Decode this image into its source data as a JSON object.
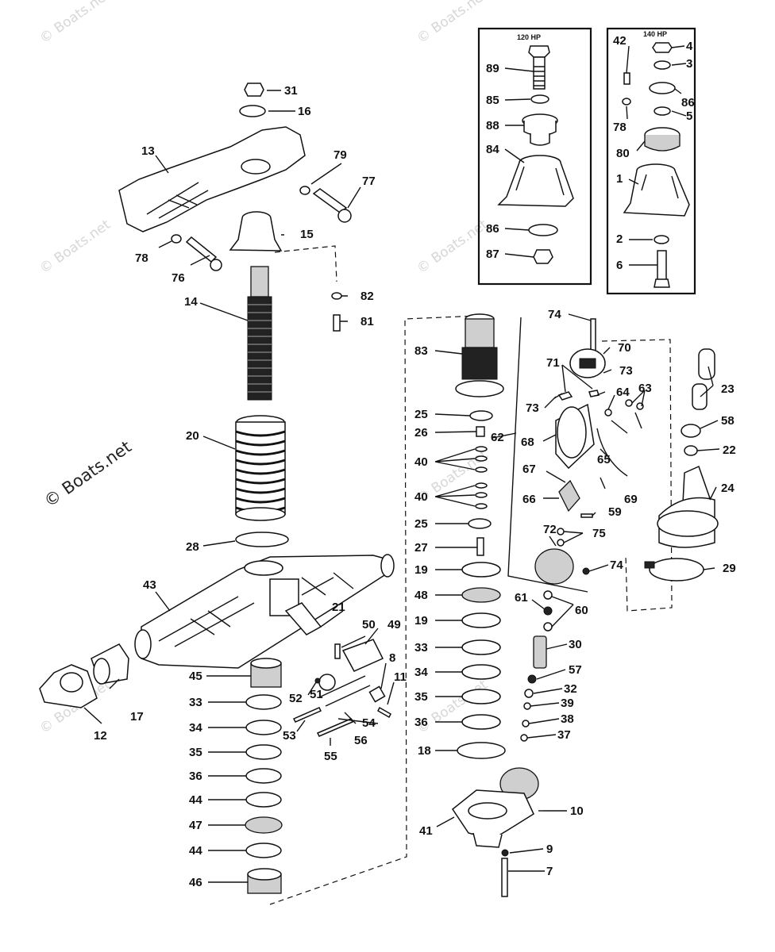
{
  "watermark": {
    "text": "© Boats.net",
    "main_text": "© Boats.net"
  },
  "inset_labels": {
    "left": "120 HP",
    "right": "140 HP"
  },
  "callouts": [
    {
      "id": "c31",
      "text": "31"
    },
    {
      "id": "c16",
      "text": "16"
    },
    {
      "id": "c13",
      "text": "13"
    },
    {
      "id": "c79",
      "text": "79"
    },
    {
      "id": "c77",
      "text": "77"
    },
    {
      "id": "c15",
      "text": "15"
    },
    {
      "id": "c78a",
      "text": "78"
    },
    {
      "id": "c76",
      "text": "76"
    },
    {
      "id": "c82",
      "text": "82"
    },
    {
      "id": "c81",
      "text": "81"
    },
    {
      "id": "c14",
      "text": "14"
    },
    {
      "id": "c20",
      "text": "20"
    },
    {
      "id": "c28",
      "text": "28"
    },
    {
      "id": "c43",
      "text": "43"
    },
    {
      "id": "c21",
      "text": "21"
    },
    {
      "id": "c50",
      "text": "50"
    },
    {
      "id": "c49",
      "text": "49"
    },
    {
      "id": "c45",
      "text": "45"
    },
    {
      "id": "c17",
      "text": "17"
    },
    {
      "id": "c12",
      "text": "12"
    },
    {
      "id": "c33a",
      "text": "33"
    },
    {
      "id": "c34a",
      "text": "34"
    },
    {
      "id": "c35a",
      "text": "35"
    },
    {
      "id": "c36a",
      "text": "36"
    },
    {
      "id": "c44a",
      "text": "44"
    },
    {
      "id": "c47",
      "text": "47"
    },
    {
      "id": "c44b",
      "text": "44"
    },
    {
      "id": "c46",
      "text": "46"
    },
    {
      "id": "c52",
      "text": "52"
    },
    {
      "id": "c51",
      "text": "51"
    },
    {
      "id": "c8",
      "text": "8"
    },
    {
      "id": "c11",
      "text": "11"
    },
    {
      "id": "c53",
      "text": "53"
    },
    {
      "id": "c54",
      "text": "54"
    },
    {
      "id": "c56",
      "text": "56"
    },
    {
      "id": "c55",
      "text": "55"
    },
    {
      "id": "c89",
      "text": "89"
    },
    {
      "id": "c85",
      "text": "85"
    },
    {
      "id": "c88",
      "text": "88"
    },
    {
      "id": "c84",
      "text": "84"
    },
    {
      "id": "c86a",
      "text": "86"
    },
    {
      "id": "c87",
      "text": "87"
    },
    {
      "id": "c42",
      "text": "42"
    },
    {
      "id": "c4",
      "text": "4"
    },
    {
      "id": "c3",
      "text": "3"
    },
    {
      "id": "c86b",
      "text": "86"
    },
    {
      "id": "c78b",
      "text": "78"
    },
    {
      "id": "c5",
      "text": "5"
    },
    {
      "id": "c80",
      "text": "80"
    },
    {
      "id": "c1",
      "text": "1"
    },
    {
      "id": "c2",
      "text": "2"
    },
    {
      "id": "c6",
      "text": "6"
    },
    {
      "id": "c74a",
      "text": "74"
    },
    {
      "id": "c83",
      "text": "83"
    },
    {
      "id": "c70",
      "text": "70"
    },
    {
      "id": "c71",
      "text": "71"
    },
    {
      "id": "c73a",
      "text": "73"
    },
    {
      "id": "c73b",
      "text": "73"
    },
    {
      "id": "c64",
      "text": "64"
    },
    {
      "id": "c63",
      "text": "63"
    },
    {
      "id": "c23",
      "text": "23"
    },
    {
      "id": "c58",
      "text": "58"
    },
    {
      "id": "c22",
      "text": "22"
    },
    {
      "id": "c25a",
      "text": "25"
    },
    {
      "id": "c26",
      "text": "26"
    },
    {
      "id": "c62",
      "text": "62"
    },
    {
      "id": "c68",
      "text": "68"
    },
    {
      "id": "c65",
      "text": "65"
    },
    {
      "id": "c40a",
      "text": "40"
    },
    {
      "id": "c67",
      "text": "67"
    },
    {
      "id": "c24",
      "text": "24"
    },
    {
      "id": "c40b",
      "text": "40"
    },
    {
      "id": "c66",
      "text": "66"
    },
    {
      "id": "c69",
      "text": "69"
    },
    {
      "id": "c59",
      "text": "59"
    },
    {
      "id": "c25b",
      "text": "25"
    },
    {
      "id": "c72",
      "text": "72"
    },
    {
      "id": "c75",
      "text": "75"
    },
    {
      "id": "c27",
      "text": "27"
    },
    {
      "id": "c74b",
      "text": "74"
    },
    {
      "id": "c29",
      "text": "29"
    },
    {
      "id": "c19a",
      "text": "19"
    },
    {
      "id": "c48",
      "text": "48"
    },
    {
      "id": "c61",
      "text": "61"
    },
    {
      "id": "c60",
      "text": "60"
    },
    {
      "id": "c19b",
      "text": "19"
    },
    {
      "id": "c30",
      "text": "30"
    },
    {
      "id": "c33b",
      "text": "33"
    },
    {
      "id": "c57",
      "text": "57"
    },
    {
      "id": "c34b",
      "text": "34"
    },
    {
      "id": "c32",
      "text": "32"
    },
    {
      "id": "c35b",
      "text": "35"
    },
    {
      "id": "c39",
      "text": "39"
    },
    {
      "id": "c36b",
      "text": "36"
    },
    {
      "id": "c38",
      "text": "38"
    },
    {
      "id": "c37",
      "text": "37"
    },
    {
      "id": "c18",
      "text": "18"
    },
    {
      "id": "c10",
      "text": "10"
    },
    {
      "id": "c41",
      "text": "41"
    },
    {
      "id": "c9",
      "text": "9"
    },
    {
      "id": "c7",
      "text": "7"
    }
  ]
}
